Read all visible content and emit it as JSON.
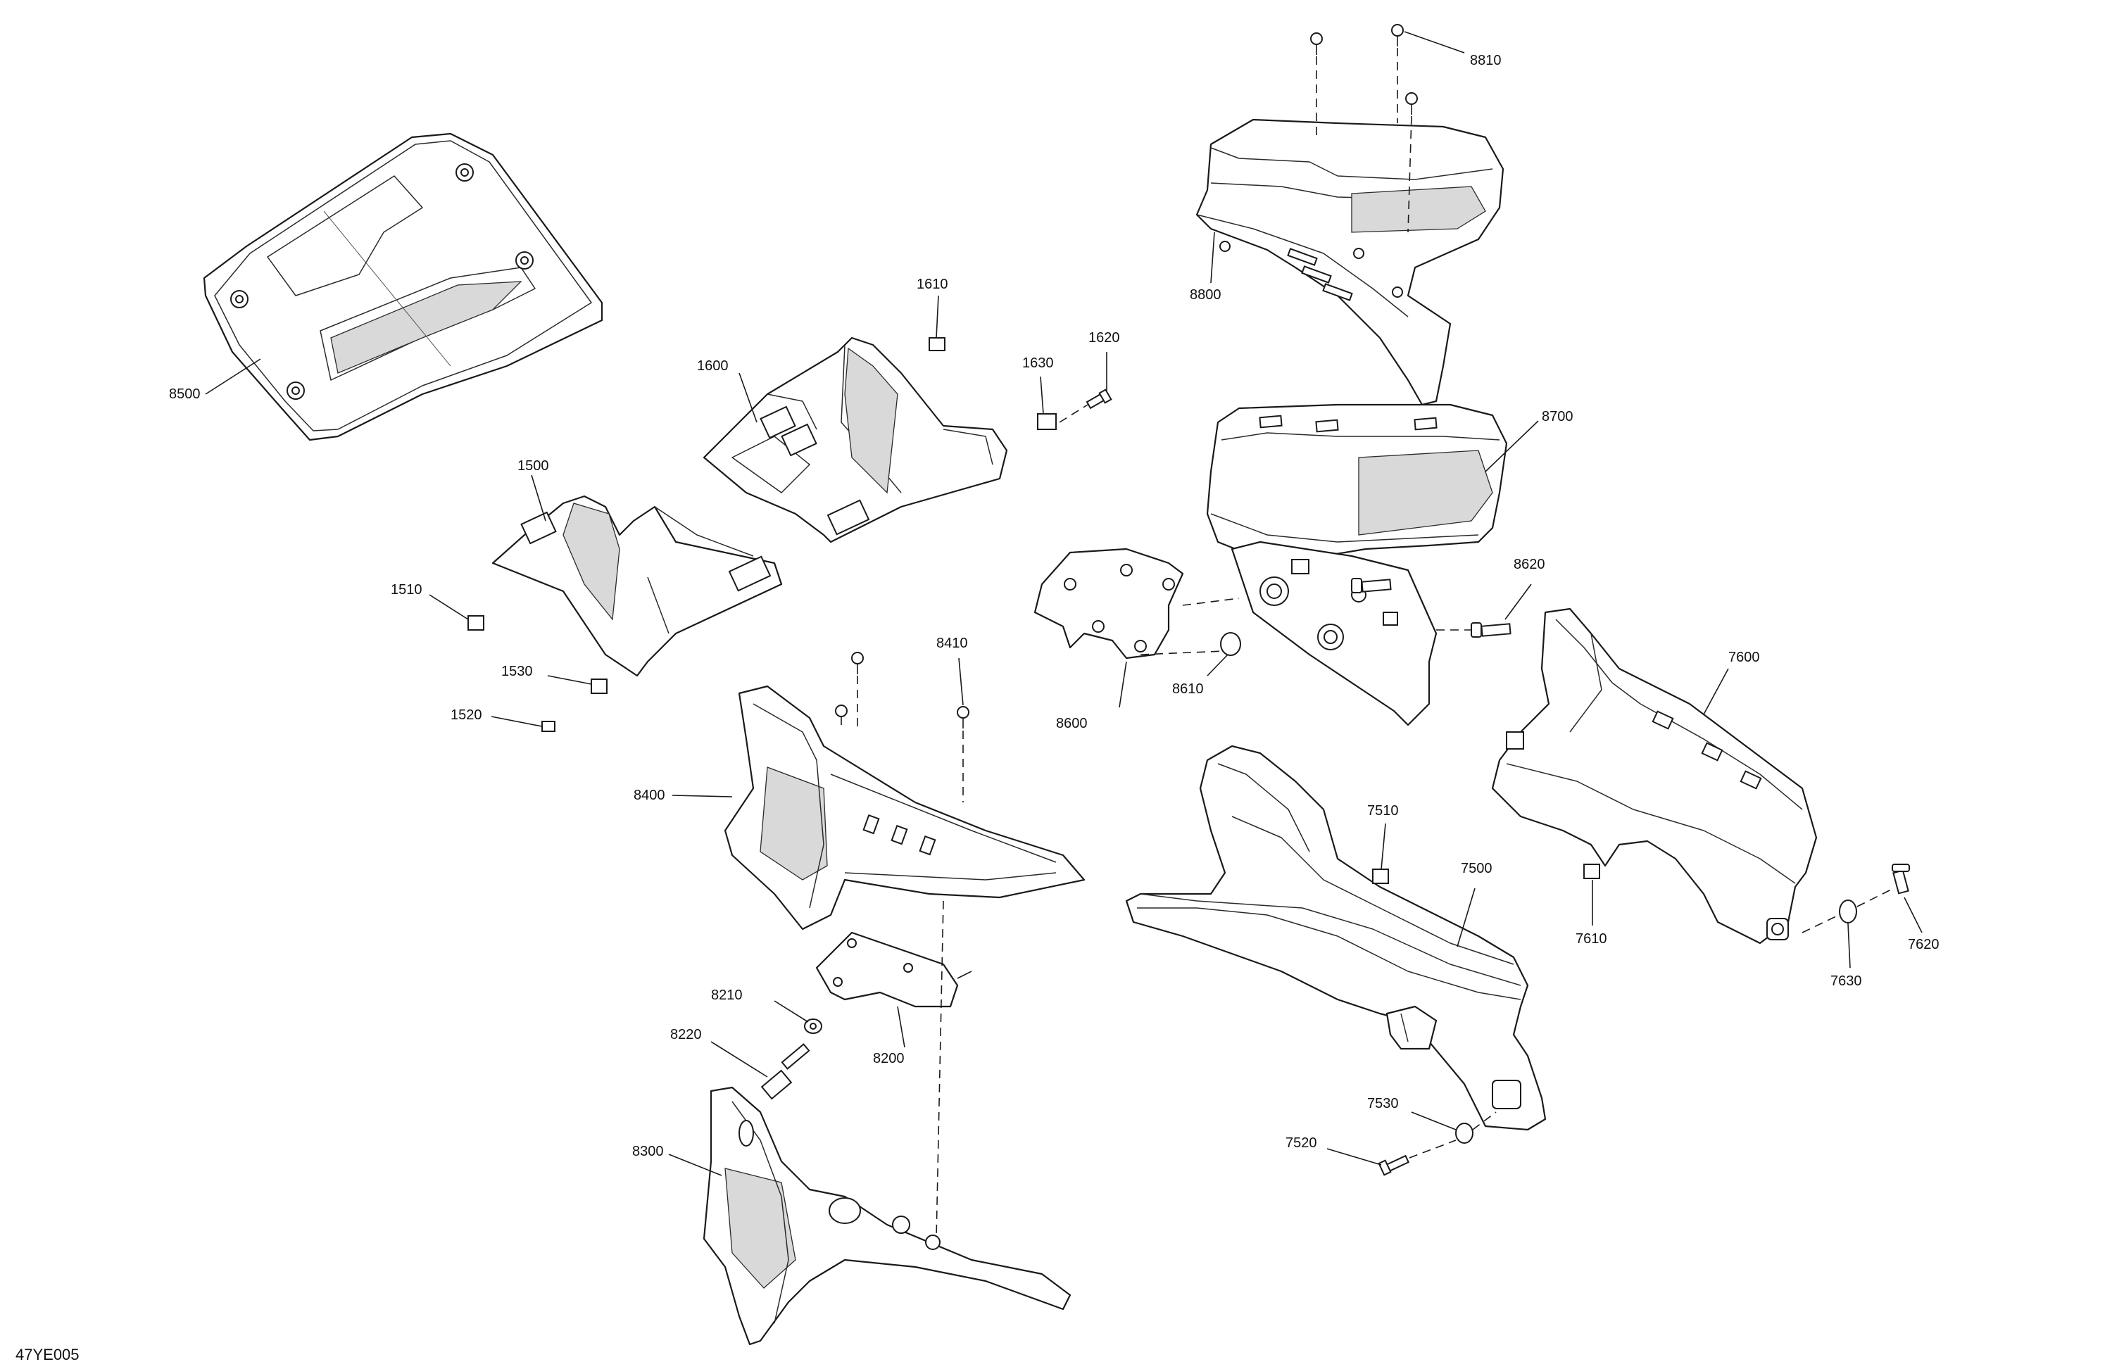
{
  "diagram_ref": "47YE005",
  "callouts": {
    "c8500": "8500",
    "c1600": "1600",
    "c1610": "1610",
    "c1630": "1630",
    "c1620": "1620",
    "c1500": "1500",
    "c1510": "1510",
    "c1530": "1530",
    "c1520": "1520",
    "c8410": "8410",
    "c8400": "8400",
    "c8210": "8210",
    "c8200": "8200",
    "c8220": "8220",
    "c8300": "8300",
    "c8810": "8810",
    "c8800": "8800",
    "c8700": "8700",
    "c8620": "8620",
    "c8600": "8600",
    "c8610": "8610",
    "c7600": "7600",
    "c7510": "7510",
    "c7500": "7500",
    "c7610": "7610",
    "c7620": "7620",
    "c7630": "7630",
    "c7530": "7530",
    "c7520": "7520"
  }
}
